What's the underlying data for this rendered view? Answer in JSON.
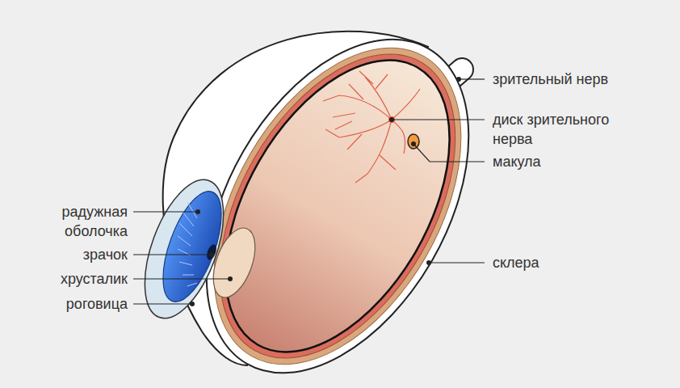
{
  "diagram": {
    "labels": [
      "зрительный нерв",
      "диск зрительного нерва",
      "макула",
      "радужная оболочка",
      "склера",
      "зрачок",
      "хрусталик",
      "роговица"
    ]
  }
}
